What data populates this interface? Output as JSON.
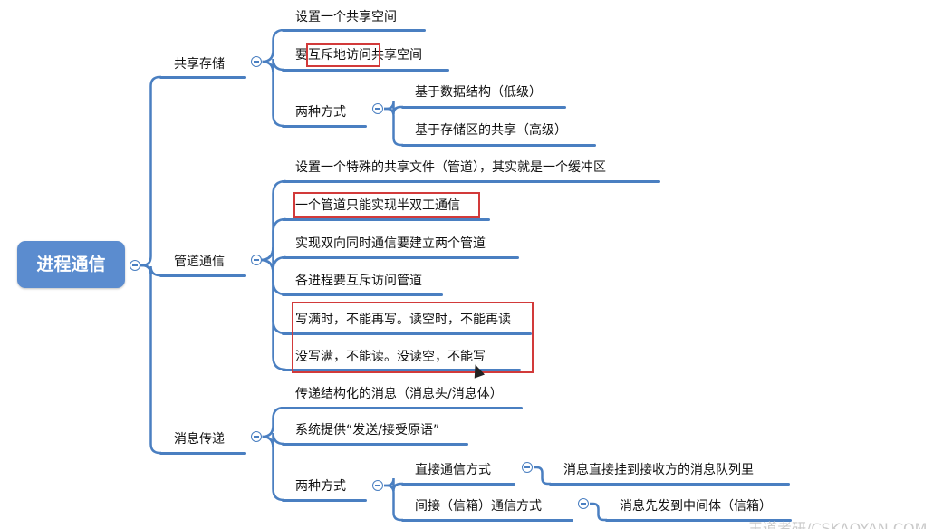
{
  "root": {
    "label": "进程通信"
  },
  "branches": [
    {
      "label": "共享存储",
      "items": [
        {
          "label": "设置一个共享空间"
        },
        {
          "label_parts": [
            "要",
            "互斥地访问",
            "共享空间"
          ]
        },
        {
          "label": "两种方式",
          "children": [
            {
              "label": "基于数据结构（低级）"
            },
            {
              "label": "基于存储区的共享（高级）"
            }
          ]
        }
      ]
    },
    {
      "label": "管道通信",
      "items": [
        {
          "label": "设置一个特殊的共享文件（管道），其实就是一个缓冲区"
        },
        {
          "label": "一个管道只能实现半双工通信"
        },
        {
          "label": "实现双向同时通信要建立两个管道"
        },
        {
          "label": "各进程要互斥访问管道"
        },
        {
          "label": "写满时，不能再写。读空时，不能再读"
        },
        {
          "label": "没写满，不能读。没读空，不能写"
        }
      ]
    },
    {
      "label": "消息传递",
      "items": [
        {
          "label": "传递结构化的消息（消息头/消息体）"
        },
        {
          "label": "系统提供“发送/接受原语”"
        },
        {
          "label": "两种方式",
          "children": [
            {
              "label": "直接通信方式",
              "child": "消息直接挂到接收方的消息队列里"
            },
            {
              "label": "间接（信箱）通信方式",
              "child": "消息先发到中间体（信箱）"
            }
          ]
        }
      ]
    }
  ],
  "watermark": "王道考研/CSKAOYAN.COM",
  "colors": {
    "line": "#4a7fc1",
    "root_fill": "#5b8ccf",
    "highlight": "#d23a3a"
  }
}
